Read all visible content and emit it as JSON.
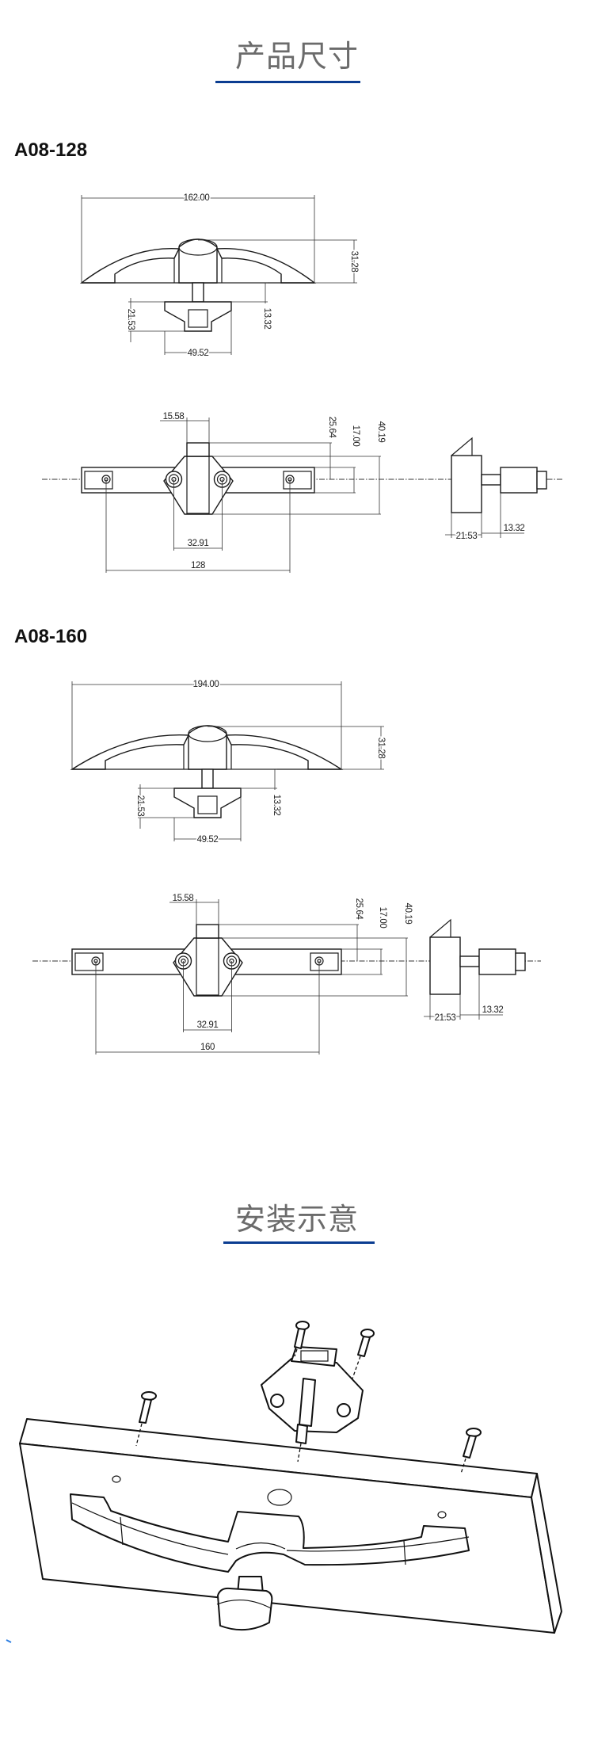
{
  "sections": {
    "dimensions_title": "产品尺寸",
    "installation_title": "安装示意"
  },
  "models": [
    {
      "name": "A08-128",
      "front": {
        "overall_width": "162.00",
        "height": "31.28",
        "base_depth": "21.53",
        "stem": "13.32",
        "base_width": "49.52"
      },
      "top": {
        "slider_width": "15.58",
        "slider_offset": "25.64",
        "bar_height": "17.00",
        "body_height": "40.19",
        "screw_spacing": "32.91",
        "hole_spacing": "128"
      },
      "side": {
        "body_depth": "21.53",
        "pin_length": "13.32"
      }
    },
    {
      "name": "A08-160",
      "front": {
        "overall_width": "194.00",
        "height": "31.28",
        "base_depth": "21.53",
        "stem": "13.32",
        "base_width": "49.52"
      },
      "top": {
        "slider_width": "15.58",
        "slider_offset": "25.64",
        "bar_height": "17.00",
        "body_height": "40.19",
        "screw_spacing": "32.91",
        "hole_spacing": "160"
      },
      "side": {
        "body_depth": "21.53",
        "pin_length": "13.32"
      }
    }
  ],
  "colors": {
    "accent": "#0b3d91",
    "title": "#6b6b6b",
    "line": "#1a1a1a"
  }
}
